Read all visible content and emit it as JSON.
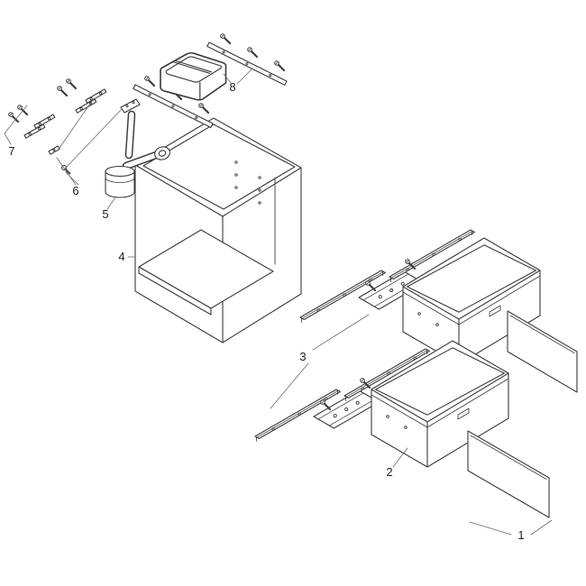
{
  "meta": {
    "background": "#ffffff",
    "line_color": "#3a3a3a",
    "label_color": "#1c1c1c"
  },
  "diagram": {
    "kind": "exploded-parts-assembly-diagram",
    "labels": {
      "p1": "1",
      "p2": "2",
      "p3": "3",
      "p4": "4",
      "p5": "5",
      "p6": "6",
      "p7": "7",
      "p8": "8"
    }
  }
}
